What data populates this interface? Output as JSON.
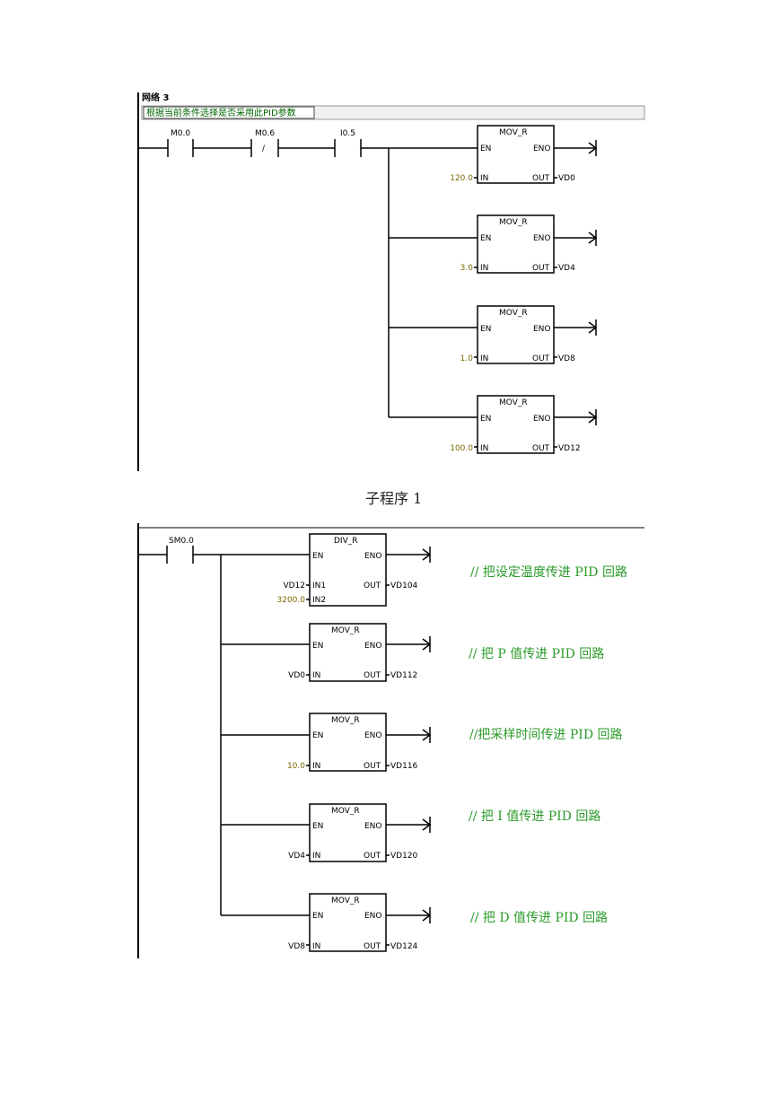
{
  "network3": {
    "title": "网络 3",
    "comment": "根据当前条件选择是否采用此PID参数",
    "contacts": [
      {
        "label": "M0.0",
        "symbol": ""
      },
      {
        "label": "M0.6",
        "symbol": "/"
      },
      {
        "label": "I0.5",
        "symbol": ""
      }
    ],
    "boxes": [
      {
        "name": "MOV_R",
        "en": "EN",
        "eno": "ENO",
        "in_label": "IN",
        "out_label": "OUT",
        "in_value": "120.0",
        "out_value": "VD0"
      },
      {
        "name": "MOV_R",
        "en": "EN",
        "eno": "ENO",
        "in_label": "IN",
        "out_label": "OUT",
        "in_value": "3.0",
        "out_value": "VD4"
      },
      {
        "name": "MOV_R",
        "en": "EN",
        "eno": "ENO",
        "in_label": "IN",
        "out_label": "OUT",
        "in_value": "1.0",
        "out_value": "VD8"
      },
      {
        "name": "MOV_R",
        "en": "EN",
        "eno": "ENO",
        "in_label": "IN",
        "out_label": "OUT",
        "in_value": "100.0",
        "out_value": "VD12"
      }
    ]
  },
  "caption": "子程序  1",
  "subroutine": {
    "contact": {
      "label": "SM0.0"
    },
    "div_box": {
      "name": "DIV_R",
      "en": "EN",
      "eno": "ENO",
      "in1_label": "IN1",
      "in2_label": "IN2",
      "out_label": "OUT",
      "in1_value": "VD12",
      "in2_value": "3200.0",
      "out_value": "VD104"
    },
    "mov_boxes": [
      {
        "name": "MOV_R",
        "en": "EN",
        "eno": "ENO",
        "in_label": "IN",
        "out_label": "OUT",
        "in_value": "VD0",
        "out_value": "VD112"
      },
      {
        "name": "MOV_R",
        "en": "EN",
        "eno": "ENO",
        "in_label": "IN",
        "out_label": "OUT",
        "in_value": "10.0",
        "out_value": "VD116"
      },
      {
        "name": "MOV_R",
        "en": "EN",
        "eno": "ENO",
        "in_label": "IN",
        "out_label": "OUT",
        "in_value": "VD4",
        "out_value": "VD120"
      },
      {
        "name": "MOV_R",
        "en": "EN",
        "eno": "ENO",
        "in_label": "IN",
        "out_label": "OUT",
        "in_value": "VD8",
        "out_value": "VD124"
      }
    ],
    "comments": [
      "//  把设定温度传进 PID 回路",
      "//  把 P 值传进 PID 回路",
      "//把采样时间传进 PID 回路",
      "//  把 I 值传进 PID 回路",
      "//  把 D 值传进 PID 回路"
    ]
  },
  "colors": {
    "comment_green": "#2a9a2a",
    "constant_olive": "#7a6a00",
    "header_bg": "#f0f0f0"
  }
}
